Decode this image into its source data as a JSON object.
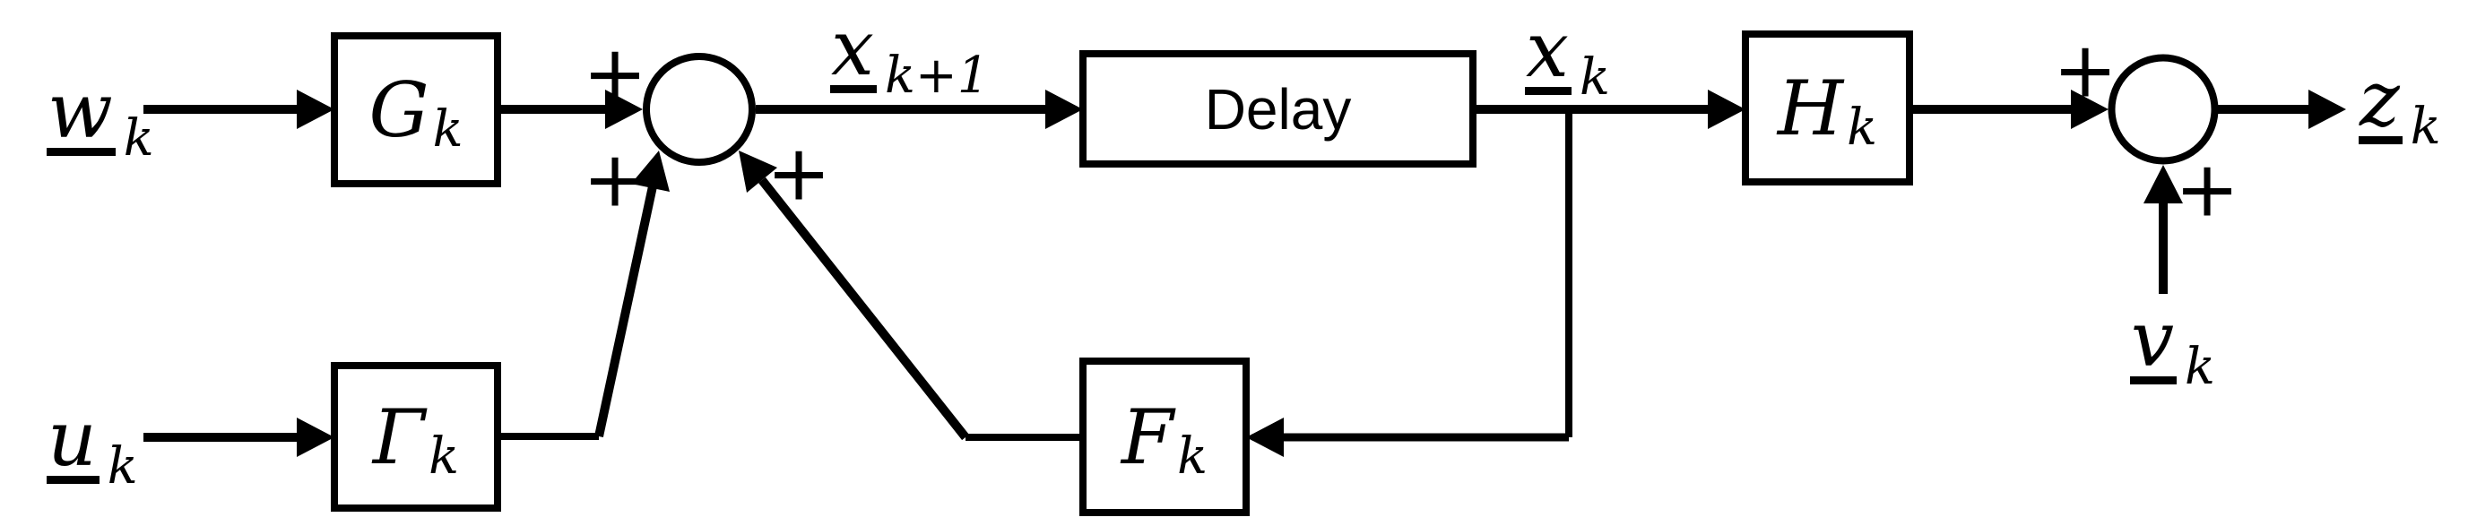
{
  "blocks": {
    "g": {
      "label": "G",
      "sub": "k"
    },
    "gamma": {
      "label": "Γ",
      "sub": "k"
    },
    "delay": {
      "label": "Delay"
    },
    "f": {
      "label": "F",
      "sub": "k"
    },
    "h": {
      "label": "H",
      "sub": "k"
    }
  },
  "signals": {
    "w": {
      "main": "w",
      "sub": "k"
    },
    "u": {
      "main": "u",
      "sub": "k"
    },
    "x_next": {
      "main": "x",
      "sub": "k+1"
    },
    "x": {
      "main": "x",
      "sub": "k"
    },
    "v": {
      "main": "v",
      "sub": "k"
    },
    "z": {
      "main": "z",
      "sub": "k"
    }
  },
  "operators": {
    "plus": "+"
  },
  "colors": {
    "ink": "#000000",
    "background": "#ffffff"
  }
}
